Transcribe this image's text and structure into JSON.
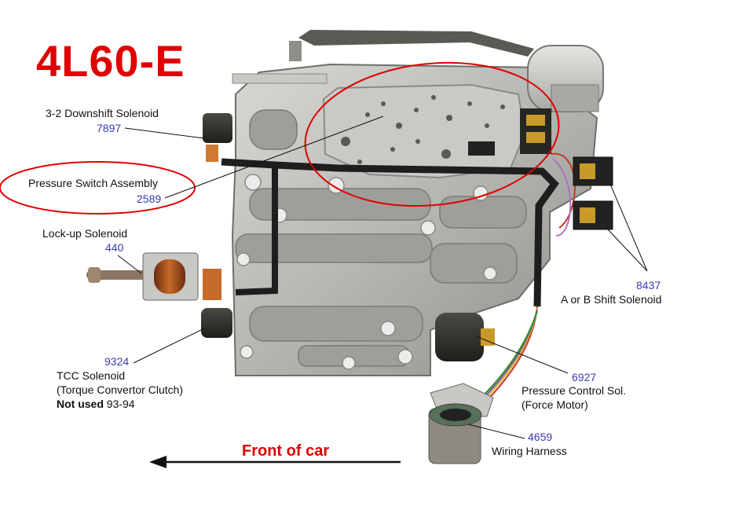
{
  "title": "4L60-E",
  "front_label": "Front of car",
  "callouts": {
    "downshift": {
      "name": "3-2 Downshift Solenoid",
      "number": "7897"
    },
    "pressure_switch": {
      "name": "Pressure Switch Assembly",
      "number": "2589"
    },
    "lockup": {
      "name": "Lock-up Solenoid",
      "number": "440"
    },
    "tcc": {
      "number": "9324",
      "line1": "TCC Solenoid",
      "line2": "(Torque Convertor Clutch)",
      "line3_bold": "Not used",
      "line3_rest": "93-94"
    },
    "shift": {
      "number": "8437",
      "name": "A or B Shift Solenoid"
    },
    "pressure_control": {
      "number": "6927",
      "line1": "Pressure Control Sol.",
      "line2": "(Force Motor)"
    },
    "harness": {
      "number": "4659",
      "name": "Wiring Harness"
    }
  },
  "colors": {
    "title": "#e00000",
    "highlight": "#e00000",
    "part_number": "#3a3ab0"
  }
}
